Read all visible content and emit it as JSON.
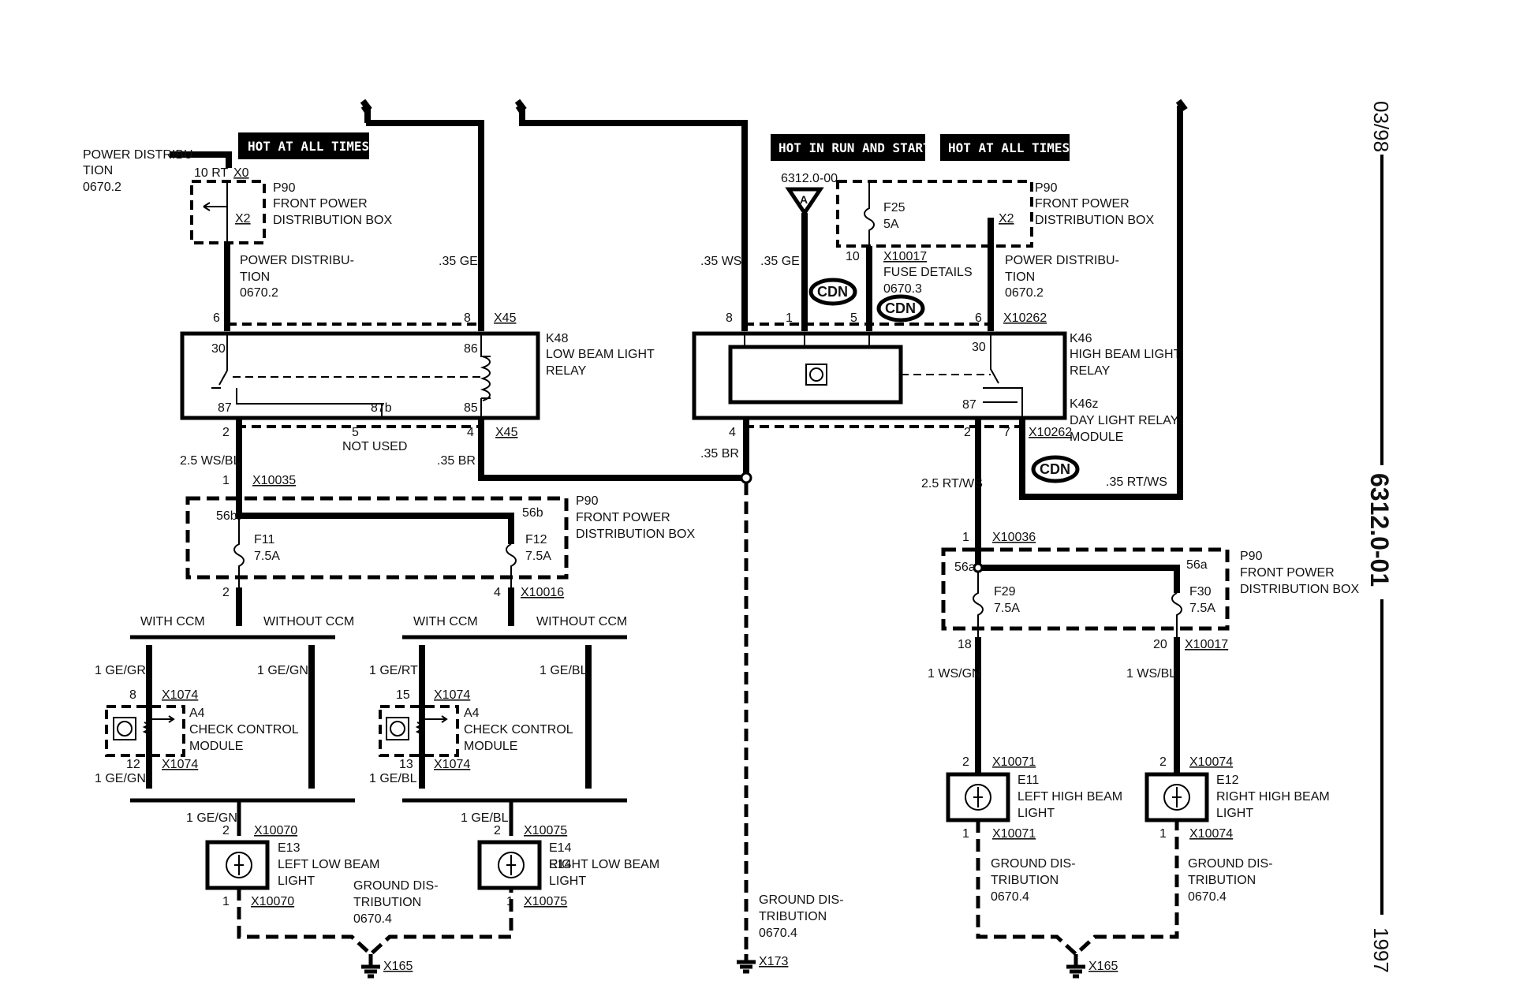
{
  "bars": {
    "hot_all_1": "HOT AT ALL TIMES",
    "hot_run": "HOT IN RUN AND START",
    "hot_all_2": "HOT AT ALL TIMES"
  },
  "side": {
    "date": "03/98",
    "page": "6312.0-01",
    "year": "1997"
  },
  "left": {
    "power_dist_1": "POWER DISTRIBU",
    "power_dist_2": "TION",
    "power_dist_3": "0670.2",
    "pin_10rt": "10 RT",
    "x0": "X0",
    "x2": "X2",
    "p90": "P90",
    "fpdb_1": "FRONT POWER",
    "fpdb_2": "DISTRIBUTION BOX",
    "pd2_1": "POWER DISTRIBU-",
    "pd2_2": "TION",
    "pd2_3": "0670.2",
    "w35ge": ".35 GE",
    "pin6": "6",
    "pin8": "8",
    "x45a": "X45",
    "k48": "K48",
    "k48_1": "LOW BEAM LIGHT",
    "k48_2": "RELAY",
    "p30": "30",
    "p86": "86",
    "p87": "87",
    "p87b": "87b",
    "p85": "85",
    "pin2": "2",
    "pin5": "5",
    "pin4": "4",
    "x45b": "X45",
    "not_used": "NOT USED",
    "w25": "2.5 WS/BL",
    "w35br": ".35 BR",
    "pin1": "1",
    "x10035": "X10035",
    "p90b": "P90",
    "fpdb2_1": "FRONT POWER",
    "fpdb2_2": "DISTRIBUTION BOX",
    "p56b1": "56b",
    "p56b2": "56b",
    "f11": "F11",
    "f11a": "7.5A",
    "f12": "F12",
    "f12a": "7.5A",
    "pin2b": "2",
    "pin4b": "4",
    "x10016": "X10016",
    "with_ccm_1": "WITH CCM",
    "without_ccm_1": "WITHOUT CCM",
    "with_ccm_2": "WITH CCM",
    "without_ccm_2": "WITHOUT CCM",
    "w_gegr": "1 GE/GR",
    "w_gegn1": "1 GE/GN",
    "w_gert": "1 GE/RT",
    "w_gebl1": "1 GE/BL",
    "a4_pin8": "8",
    "a4_x1074a": "X1074",
    "a4_l": "A4",
    "ccm_1": "CHECK CONTROL",
    "ccm_2": "MODULE",
    "a4_pin12": "12",
    "a4_x1074b": "X1074",
    "w_gegn2": "1 GE/GN",
    "a4r_pin15": "15",
    "a4r_x1074a": "X1074",
    "a4r_l": "A4",
    "ccmr_1": "CHECK CONTROL",
    "ccmr_2": "MODULE",
    "a4r_pin13": "13",
    "a4r_x1074b": "X1074",
    "w_gebl2": "1 GE/BL",
    "w_gegn3": "1 GE/GN",
    "w_gebl3": "1 GE/BL",
    "e13_pin2": "2",
    "x10070a": "X10070",
    "e13": "E13",
    "e13_1": "LEFT LOW BEAM",
    "e13_2": "LIGHT",
    "e13_pin1": "1",
    "x10070b": "X10070",
    "e14_pin2": "2",
    "x10075a": "X10075",
    "e14": "E14",
    "e14_1": "RIGHT LOW BEAM",
    "e14_2": "LIGHT",
    "e14_pin1": "1",
    "x10075b": "X10075",
    "gd_1": "GROUND DIS-",
    "gd_2": "TRIBUTION",
    "gd_3": "0670.4",
    "x165": "X165"
  },
  "mid": {
    "w35ws": ".35 WS",
    "w35ge": ".35 GE",
    "ref": "6312.0-00",
    "a": "A",
    "f25": "F25",
    "f25a": "5A",
    "pin10": "10",
    "x10017": "X10017",
    "fuse_1": "FUSE DETAILS",
    "fuse_2": "0670.3",
    "cdn": "CDN",
    "pin8": "8",
    "pin1": "1",
    "pin5": "5",
    "pin4": "4",
    "w35br": ".35 BR",
    "gd_1": "GROUND DIS-",
    "gd_2": "TRIBUTION",
    "gd_3": "0670.4",
    "x173": "X173"
  },
  "right": {
    "p90": "P90",
    "fpdb_1": "FRONT POWER",
    "fpdb_2": "DISTRIBUTION BOX",
    "x2": "X2",
    "pd_1": "POWER DISTRIBU-",
    "pd_2": "TION",
    "pd_3": "0670.2",
    "pin6": "6",
    "x10262a": "X10262",
    "k46": "K46",
    "k46_1": "HIGH BEAM LIGHT",
    "k46_2": "RELAY",
    "p30": "30",
    "p87": "87",
    "k46z": "K46z",
    "k46z_1": "DAY LIGHT RELAY",
    "k46z_2": "MODULE",
    "pin2": "2",
    "pin7": "7",
    "x10262b": "X10262",
    "w25": "2.5 RT/WS",
    "w35": ".35 RT/WS",
    "pin1": "1",
    "x10036": "X10036",
    "p90b": "P90",
    "fpdb2_1": "FRONT POWER",
    "fpdb2_2": "DISTRIBUTION BOX",
    "p56a1": "56a",
    "p56a2": "56a",
    "f29": "F29",
    "f29a": "7.5A",
    "f30": "F30",
    "f30a": "7.5A",
    "pin18": "18",
    "pin20": "20",
    "x10017": "X10017",
    "w_wsgn": "1 WS/GN",
    "w_wsbl": "1 WS/BL",
    "e11_pin2": "2",
    "x10071a": "X10071",
    "e11": "E11",
    "e11_1": "LEFT HIGH BEAM",
    "e11_2": "LIGHT",
    "e11_pin1": "1",
    "x10071b": "X10071",
    "e12_pin2": "2",
    "x10074a": "X10074",
    "e12": "E12",
    "e12_1": "RIGHT HIGH BEAM",
    "e12_2": "LIGHT",
    "e12_pin1": "1",
    "x10074b": "X10074",
    "gd1_1": "GROUND DIS-",
    "gd1_2": "TRIBUTION",
    "gd1_3": "0670.4",
    "gd2_1": "GROUND DIS-",
    "gd2_2": "TRIBUTION",
    "gd2_3": "0670.4",
    "x165": "X165"
  }
}
